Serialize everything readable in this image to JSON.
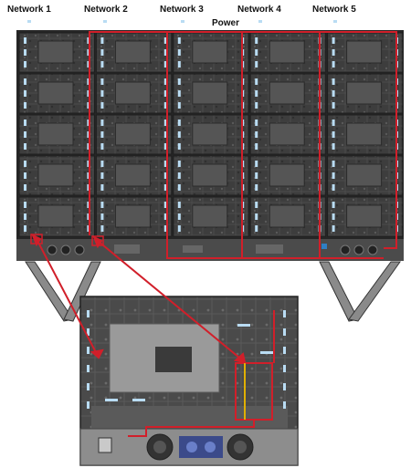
{
  "labels": {
    "networks": [
      "Network 1",
      "Network 2",
      "Network 3",
      "Network 4",
      "Network 5"
    ],
    "power": "Power"
  },
  "colors": {
    "frame": "#2b2b2b",
    "cabinet": "#3a3a3a",
    "connector_dot": "#b9dcf3",
    "power_line": "#d11f2a",
    "panel_gray": "#8d8d8d"
  }
}
